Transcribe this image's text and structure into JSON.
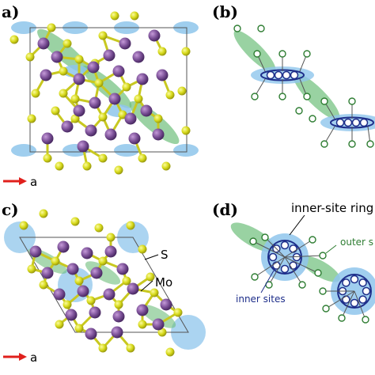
{
  "panels": [
    {
      "id": "a",
      "label": "a)"
    },
    {
      "id": "b",
      "label": "(b)"
    },
    {
      "id": "c",
      "label": "c)"
    },
    {
      "id": "d",
      "label": "(d)"
    }
  ],
  "axis_label": "a",
  "atom_labels": {
    "S": "S",
    "Mo": "Mo"
  },
  "annotations": {
    "inner_site_ring": "inner-site ring",
    "outer_sites": "outer s",
    "inner_sites": "inner sites"
  },
  "colors": {
    "mo_atom": "#7a4f96",
    "s_atom": "#d6d919",
    "bond": "#c8c820",
    "cluster_blue": "#8fc6ec",
    "channel_green": "#6fbf7c",
    "site_ring": "#1e2e8a",
    "outer_site": "#2e7d32",
    "arrow": "#e0201c",
    "inner_sites_text": "#1e2e8a",
    "outer_sites_text": "#2e7d32"
  }
}
